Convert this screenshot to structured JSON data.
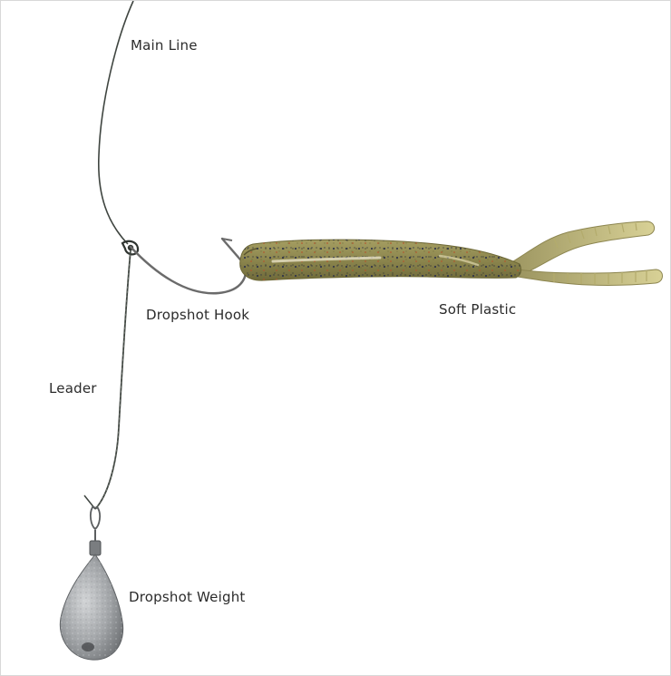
{
  "labels": {
    "main_line": "Main Line",
    "dropshot_hook": "Dropshot Hook",
    "soft_plastic": "Soft Plastic",
    "leader": "Leader",
    "dropshot_weight": "Dropshot Weight"
  },
  "colors": {
    "line": "#3f4540",
    "lure_body": "#8e8a52",
    "lure_tail": "#c9c07f",
    "hook_metal": "#6b6b6b",
    "weight_metal": "#9ea1a4",
    "label_text": "#2b2b2b"
  }
}
